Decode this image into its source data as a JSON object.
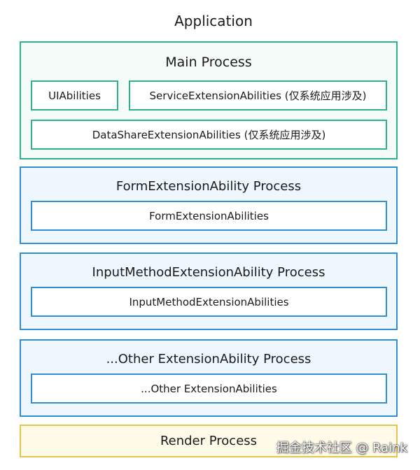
{
  "application": {
    "title": "Application"
  },
  "main_process": {
    "title": "Main Process",
    "ui_abilities": "UIAbilities",
    "service_extension": "ServiceExtensionAbilities (仅系统应用涉及)",
    "data_share_extension": "DataShareExtensionAbilities (仅系统应用涉及)"
  },
  "form_process": {
    "title": "FormExtensionAbility Process",
    "abilities": "FormExtensionAbilities"
  },
  "input_process": {
    "title": "InputMethodExtensionAbility Process",
    "abilities": "InputMethodExtensionAbilities"
  },
  "other_process": {
    "title": "...Other ExtensionAbility Process",
    "abilities": "...Other ExtensionAbilities"
  },
  "render_process": {
    "title": "Render Process"
  },
  "watermark": {
    "text": "掘金技术社区 @ Raink"
  },
  "colors": {
    "main_border": "#2db38a",
    "extension_border": "#2f8fd4",
    "render_border": "#e8c54a"
  }
}
